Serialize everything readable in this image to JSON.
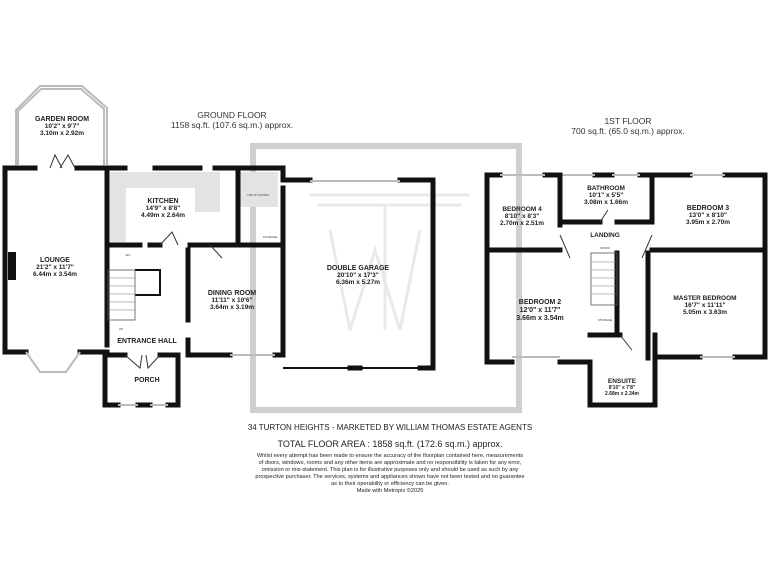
{
  "ground_floor": {
    "title": "GROUND FLOOR",
    "area": "1158 sq.ft. (107.6 sq.m.) approx.",
    "rooms": [
      {
        "name": "GARDEN ROOM",
        "imperial": "10'2\" x 9'7\"",
        "metric": "3.10m x 2.92m"
      },
      {
        "name": "LOUNGE",
        "imperial": "21'2\" x 11'7\"",
        "metric": "6.44m x 3.54m"
      },
      {
        "name": "KITCHEN",
        "imperial": "14'9\" x 8'8\"",
        "metric": "4.49m x 2.64m"
      },
      {
        "name": "UTILITY ROOM",
        "imperial": "",
        "metric": ""
      },
      {
        "name": "WC",
        "imperial": "",
        "metric": ""
      },
      {
        "name": "DINING ROOM",
        "imperial": "11'11\" x 10'6\"",
        "metric": "3.64m x 3.19m"
      },
      {
        "name": "ENTRANCE HALL"
      },
      {
        "name": "PORCH"
      },
      {
        "name": "DOUBLE GARAGE",
        "imperial": "20'10\" x 17'3\"",
        "metric": "6.36m x 5.27m"
      },
      {
        "name": "STORAGE"
      }
    ],
    "stairs_label": "UP"
  },
  "first_floor": {
    "title": "1ST FLOOR",
    "area": "700 sq.ft. (65.0 sq.m.) approx.",
    "rooms": [
      {
        "name": "BEDROOM 4",
        "imperial": "8'10\" x 8'3\"",
        "metric": "2.70m x 2.51m"
      },
      {
        "name": "BATHROOM",
        "imperial": "10'1\" x 5'5\"",
        "metric": "3.08m x 1.66m"
      },
      {
        "name": "BEDROOM 3",
        "imperial": "13'0\" x 8'10\"",
        "metric": "3.95m x 2.70m"
      },
      {
        "name": "LANDING"
      },
      {
        "name": "BEDROOM 2",
        "imperial": "12'0\" x 11'7\"",
        "metric": "3.66m x 3.54m"
      },
      {
        "name": "MASTER BEDROOM",
        "imperial": "16'7\" x 11'11\"",
        "metric": "5.05m x 3.63m"
      },
      {
        "name": "STORAGE"
      },
      {
        "name": "ENSUITE",
        "imperial": "8'10\" x 7'8\"",
        "metric": "2.68m x 2.34m"
      }
    ],
    "stairs_label": "DOWN"
  },
  "footer": {
    "address": "34 TURTON HEIGHTS - MARKETED BY WILLIAM THOMAS ESTATE AGENTS",
    "total_area": "TOTAL FLOOR AREA : 1858 sq.ft. (172.6 sq.m.) approx.",
    "disclaimer_lines": [
      "Whilst every attempt has been made to ensure the accuracy of the floorplan contained here, measurements",
      "of doors, windows, rooms and any other items are approximate and no responsibility is taken for any error,",
      "omission or mis-statement. This plan is for illustrative purposes only and should be used as such by any",
      "prospective purchaser. The services, systems and appliances shown have not been tested and no guarantee",
      "as to their operability or efficiency can be given."
    ],
    "credit": "Made with Metropix ©2025"
  },
  "watermark": "WT"
}
